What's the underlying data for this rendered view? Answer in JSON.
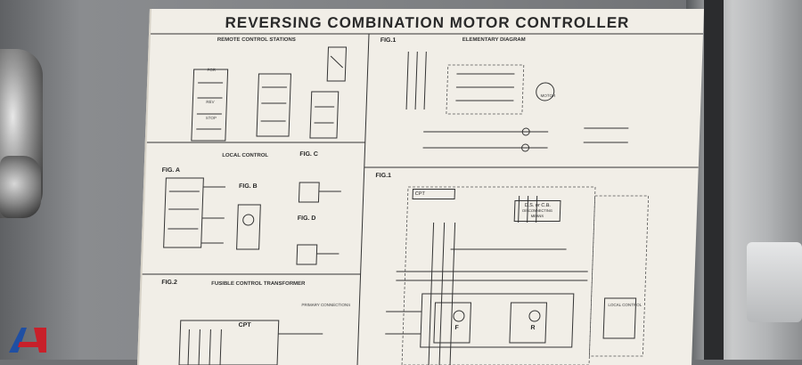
{
  "title": "REVERSING COMBINATION MOTOR CONTROLLER",
  "sections": {
    "remote": {
      "header": "REMOTE CONTROL STATIONS",
      "labels": [
        "FOR",
        "REV",
        "STOP"
      ]
    },
    "fig1_top": {
      "fig": "FIG.1",
      "header": "ELEMENTARY DIAGRAM",
      "motor": "MOTOR"
    },
    "local": {
      "header": "LOCAL CONTROL",
      "fig_a": "FIG. A",
      "fig_b": "FIG. B",
      "fig_c": "FIG. C",
      "fig_d": "FIG. D"
    },
    "fig1_bottom": {
      "fig": "FIG.1",
      "cpt": "CPT",
      "ds": "D.S. or C.B.",
      "ds_sub": "DISCONNECTING MEANS",
      "f": "F",
      "r": "R",
      "local_ctrl": "LOCAL CONTROL"
    },
    "fig2": {
      "fig": "FIG.2",
      "header": "FUSIBLE CONTROL TRANSFORMER",
      "cpt": "CPT",
      "primary": "PRIMARY CONNECTIONS"
    }
  }
}
